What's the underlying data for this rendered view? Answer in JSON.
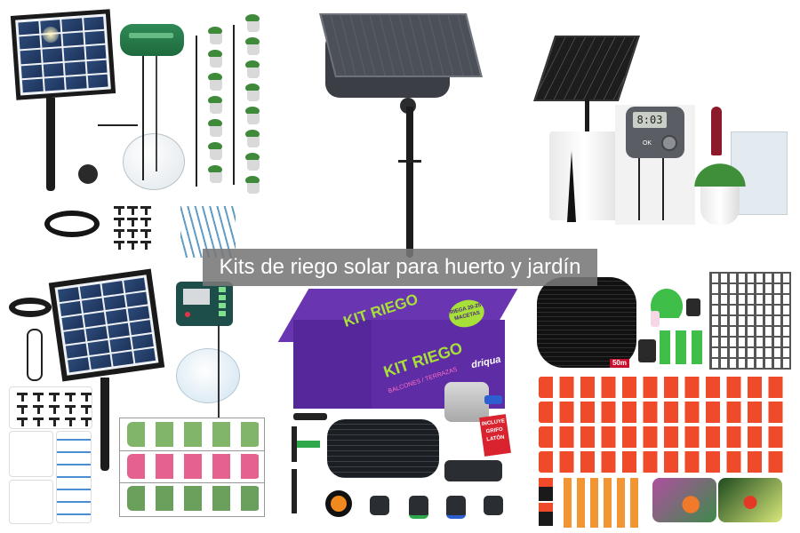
{
  "caption": {
    "text": "Kits de riego solar para huerto y jardín",
    "background": "#787878",
    "color": "#ffffff"
  },
  "products": [
    {
      "position": "top-left",
      "description": "Solar panel with green controller, glass water bowl, drip lines to 16 potted plants, tubing coil, tees and stakes"
    },
    {
      "position": "top-center",
      "description": "Dark gray solar panel unit on ground stake"
    },
    {
      "position": "top-right",
      "description": "Black solar panel with gray timer controller, LCD display, and bromeliad plant in white pot",
      "display_text": "8:03",
      "button_label": "OK"
    },
    {
      "position": "bottom-left",
      "description": "Solar panel with teal controller, water bowl, 15 potted plants, tees, hooks, stakes and screws"
    },
    {
      "position": "bottom-center",
      "description": "Purple KIT RIEGO box with tubing coil, brass tap and fittings",
      "box_title": "KIT RIEGO",
      "box_subtitle": "BALCONES / TERRAZAS",
      "badge": "RIEGA 20-25 MACETAS",
      "brand": "driqua",
      "tag": "INCLUYE GRIFO LATÓN"
    },
    {
      "position": "bottom-right",
      "description": "50m black drip hose coil, green splitters, black tees, red adjustable drippers and orange nozzles",
      "hose_label": "50m"
    }
  ],
  "colors": {
    "box_purple": "#5b2d9c",
    "box_green": "#a8e03a",
    "dripper_red": "#ef4a2a",
    "tag_red": "#d9232e",
    "controller_green": "#2e7d4f"
  }
}
